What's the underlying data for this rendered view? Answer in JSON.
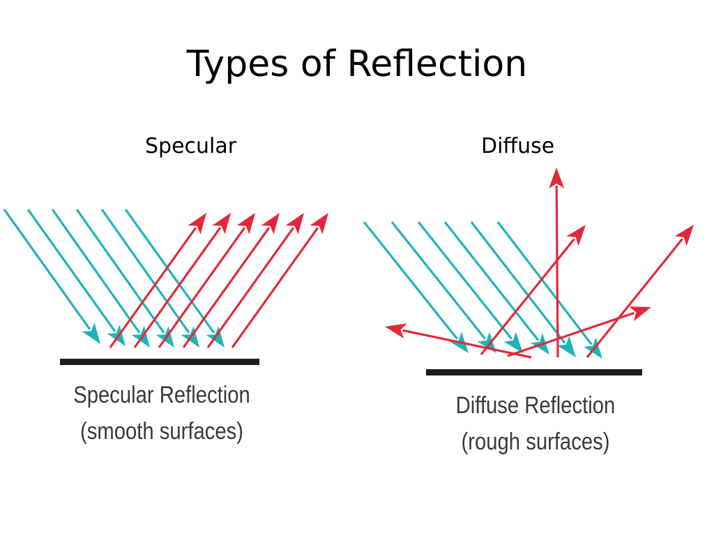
{
  "title": "Types of Reflection",
  "specular": {
    "heading": "Specular",
    "caption_line1": "Specular Reflection",
    "caption_line2": "(smooth surfaces)"
  },
  "diffuse": {
    "heading": "Diffuse",
    "caption_line1": "Diffuse Reflection",
    "caption_line2": "(rough surfaces)"
  },
  "colors": {
    "incident": "#20b3b5",
    "reflected": "#e3283a",
    "surface": "#1e1e1e"
  }
}
